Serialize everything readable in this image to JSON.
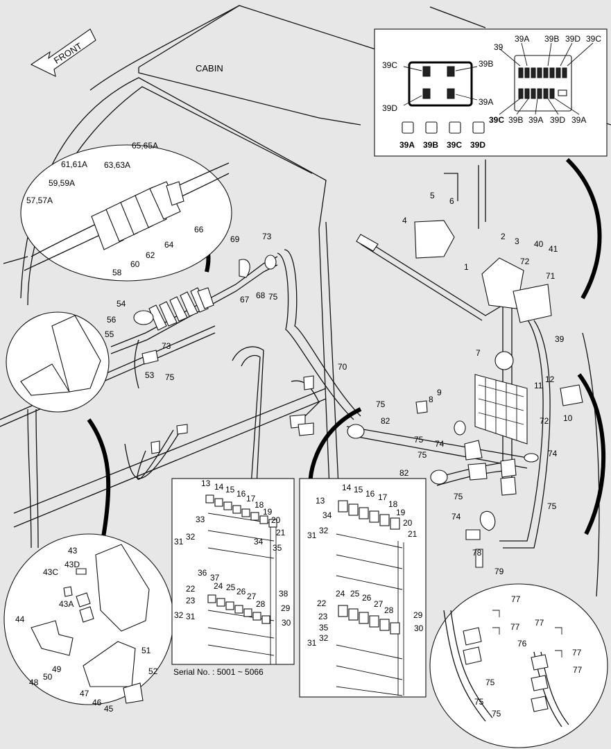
{
  "labels": {
    "front": "FRONT",
    "cabin": "CABIN",
    "serial": "Serial No. : 5001 ~ 5066"
  },
  "fuse_box_legend": {
    "big": [
      "39C",
      "39B",
      "39D",
      "39A"
    ],
    "row_top": [
      "39",
      "39A",
      "39B",
      "39D",
      "39C"
    ],
    "row_bottom": [
      "39C",
      "39B",
      "39A",
      "39D",
      "39A"
    ],
    "fuses": [
      "39A",
      "39B",
      "39C",
      "39D"
    ]
  },
  "callouts": [
    "1",
    "2",
    "3",
    "4",
    "5",
    "6",
    "7",
    "8",
    "9",
    "10",
    "11",
    "12",
    "13",
    "14",
    "15",
    "16",
    "17",
    "18",
    "19",
    "20",
    "21",
    "22",
    "23",
    "24",
    "25",
    "26",
    "27",
    "28",
    "29",
    "30",
    "31",
    "32",
    "33",
    "34",
    "35",
    "36",
    "37",
    "38",
    "39",
    "40",
    "41",
    "43",
    "43A",
    "43C",
    "43D",
    "44",
    "45",
    "46",
    "47",
    "48",
    "49",
    "50",
    "51",
    "52",
    "53",
    "54",
    "55",
    "56",
    "57,57A",
    "58",
    "59,59A",
    "60",
    "61,61A",
    "62",
    "63,63A",
    "64",
    "65,65A",
    "66",
    "67",
    "68",
    "69",
    "70",
    "71",
    "72",
    "73",
    "74",
    "75",
    "76",
    "77",
    "78",
    "79",
    "82"
  ]
}
